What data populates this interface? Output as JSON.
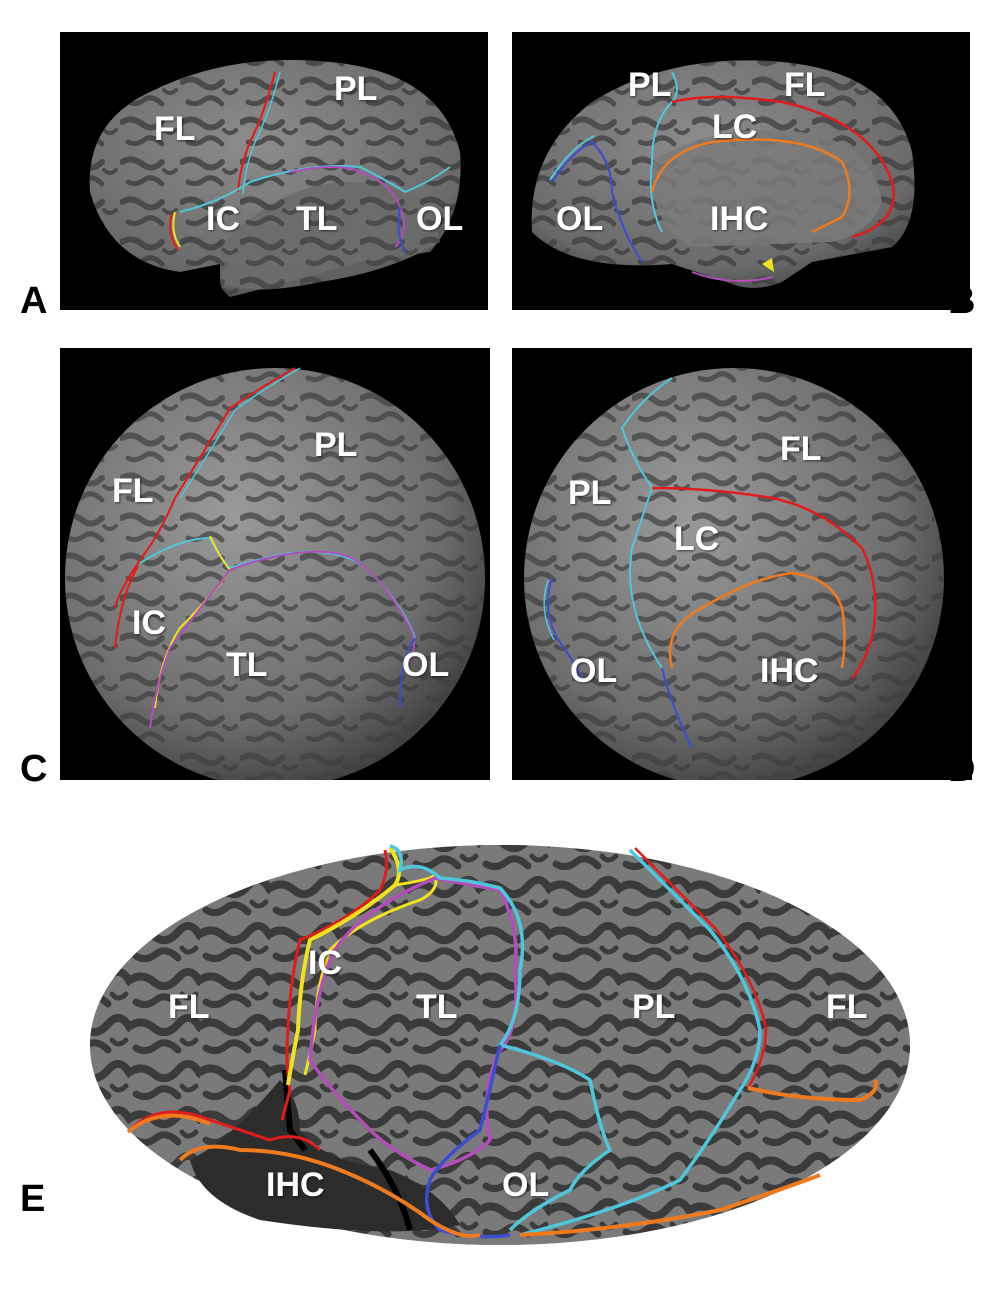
{
  "colors": {
    "frontal_border": "#e21b1b",
    "parietal_border": "#4ec7dc",
    "insular_border": "#f2e21d",
    "temporal_border": "#b34dbb",
    "occipital_border": "#3a4ed1",
    "limbic_border": "#f07a1c",
    "cortex_light": "#8a8a8a",
    "cortex_dark": "#4b4b4b"
  },
  "panels": {
    "A": {
      "letter": "A",
      "labels": {
        "fl": "FL",
        "pl": "PL",
        "ic": "IC",
        "tl": "TL",
        "ol": "OL"
      }
    },
    "B": {
      "letter": "B",
      "labels": {
        "pl": "PL",
        "fl": "FL",
        "lc": "LC",
        "ol": "OL",
        "ihc": "IHC"
      }
    },
    "C": {
      "letter": "C",
      "labels": {
        "pl": "PL",
        "fl": "FL",
        "ic": "IC",
        "tl": "TL",
        "ol": "OL"
      }
    },
    "D": {
      "letter": "D",
      "labels": {
        "fl": "FL",
        "pl": "PL",
        "lc": "LC",
        "ol": "OL",
        "ihc": "IHC"
      }
    },
    "E": {
      "letter": "E",
      "labels": {
        "ic": "IC",
        "fl_left": "FL",
        "tl": "TL",
        "pl": "PL",
        "fl_right": "FL",
        "ihc": "IHC",
        "ol": "OL"
      }
    }
  }
}
